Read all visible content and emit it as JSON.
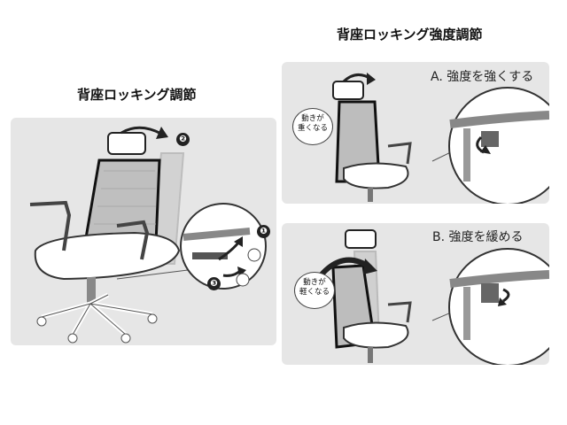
{
  "left_title": "背座ロッキング調節",
  "right_title": "背座ロッキング強度調節",
  "steps": [
    "❷",
    "❶",
    "❸"
  ],
  "panel_a": {
    "label": "A. 強度を強くする",
    "bubble_line1": "動きが",
    "bubble_line2": "重くなる"
  },
  "panel_b": {
    "label": "B. 強度を緩める",
    "bubble_line1": "動きが",
    "bubble_line2": "軽くなる"
  }
}
